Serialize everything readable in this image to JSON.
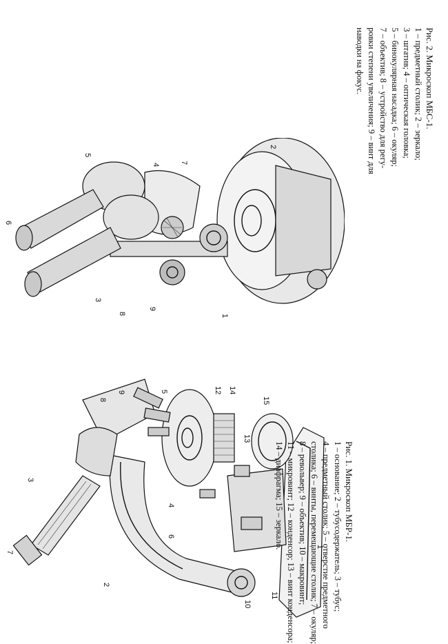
{
  "figure1": {
    "caption_title": "Рис. 1. Микроскоп МБР-1.",
    "caption_lines": [
      "1 – основание; 2 – тубусодержатель; 3 – тубус;",
      "4 – предметный столик; 5 – отверстие предметного",
      "столика; 6 – винты, перемещающие столик; 7 – окуляр;",
      "8 – револьвер; 9 – объектив; 10 – макровинт;",
      "11 – микровинт; 12 – конденсор; 13 – винт конденсора;",
      "14 – диафрагма; 15 – зеркало."
    ],
    "labels": [
      "1",
      "2",
      "3",
      "4",
      "5",
      "6",
      "7",
      "8",
      "9",
      "10",
      "11",
      "12",
      "13",
      "14",
      "15"
    ]
  },
  "figure2": {
    "caption_title": "Рис. 2. Микроскоп МБС-1.",
    "caption_lines": [
      "1 – предметный столик; 2 – зеркало;",
      "3 – штатив; 4 – оптическая головка;",
      "5 – бинокулярная насадка; 6 – окуляр;",
      "7 – объектив; 8 – устройство для регу-",
      "ровки степени увеличения; 9 – винт для",
      "наводки на фокус."
    ],
    "labels": [
      "1",
      "2",
      "3",
      "4",
      "5",
      "6",
      "7",
      "8",
      "9"
    ]
  }
}
